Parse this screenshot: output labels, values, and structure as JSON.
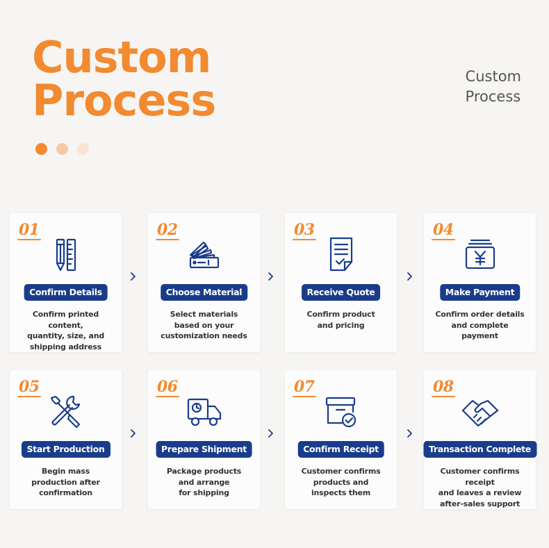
{
  "header": {
    "title_line1": "Custom",
    "title_line2": "Process",
    "side_title_line1": "Custom",
    "side_title_line2": "Process",
    "dot_colors": [
      "#f28a30",
      "#f6c9a6",
      "#f8e4d5"
    ]
  },
  "colors": {
    "accent": "#f28a30",
    "navy": "#1a3c8b"
  },
  "steps": [
    {
      "number": "01",
      "icon": "pencil-ruler-icon",
      "label": "Confirm Details",
      "description": "Confirm printed content,\nquantity, size, and\nshipping address"
    },
    {
      "number": "02",
      "icon": "color-swatch-icon",
      "label": "Choose Material",
      "description": "Select materials\nbased on your\ncustomization needs"
    },
    {
      "number": "03",
      "icon": "quote-document-icon",
      "label": "Receive Quote",
      "description": "Confirm product\nand pricing"
    },
    {
      "number": "04",
      "icon": "yen-cash-icon",
      "label": "Make Payment",
      "description": "Confirm order details\nand complete\npayment"
    },
    {
      "number": "05",
      "icon": "wrench-screwdriver-icon",
      "label": "Start Production",
      "description": "Begin mass\nproduction after\nconfirmation"
    },
    {
      "number": "06",
      "icon": "delivery-truck-icon",
      "label": "Prepare Shipment",
      "description": "Package products\nand arrange\nfor shipping"
    },
    {
      "number": "07",
      "icon": "box-check-icon",
      "label": "Confirm Receipt",
      "description": "Customer confirms\nproducts and\ninspects them"
    },
    {
      "number": "08",
      "icon": "handshake-icon",
      "label": "Transaction Complete",
      "description": "Customer confirms receipt\nand leaves a review\nafter-sales support"
    }
  ]
}
